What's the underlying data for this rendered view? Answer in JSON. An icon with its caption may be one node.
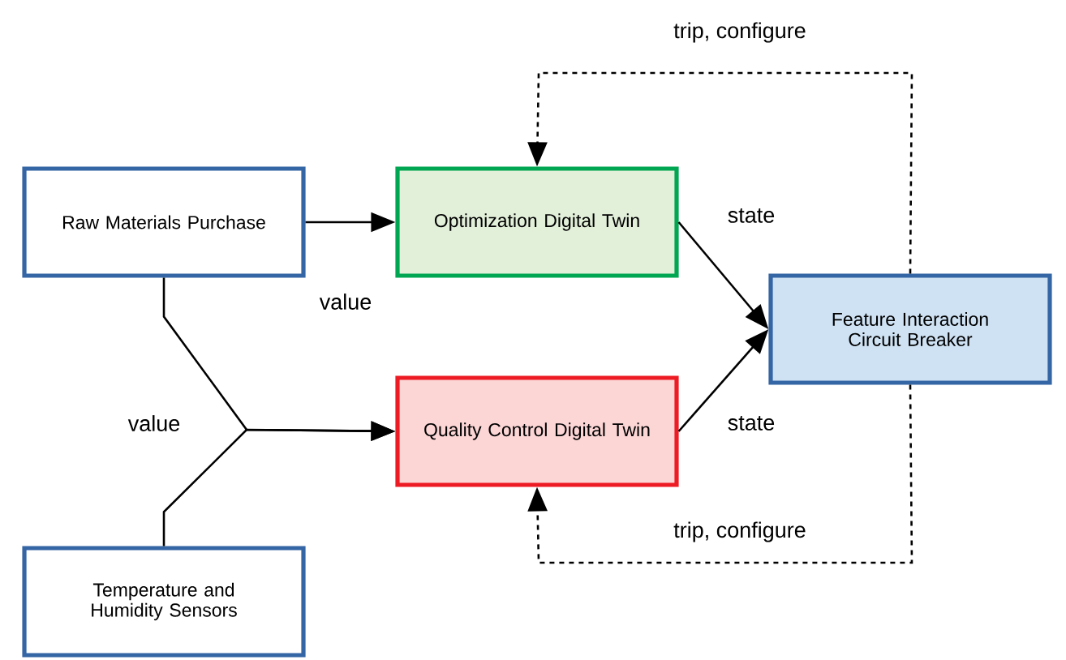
{
  "diagram": {
    "nodes": [
      {
        "text": [
          "Raw Materials Purchase"
        ]
      },
      {
        "text": [
          "Optimization Digital Twin"
        ]
      },
      {
        "text": [
          "Quality Control Digital Twin"
        ]
      },
      {
        "text": [
          "Feature Interaction Circuit Breaker"
        ]
      },
      {
        "text": [
          "Temperature and Humidity Sensors"
        ]
      }
    ],
    "edges": [
      {
        "from": 0,
        "to": 1,
        "arrow": "to",
        "label": "value"
      },
      {
        "from": 0,
        "to": 2,
        "arrow": "to",
        "label": "value"
      },
      {
        "from": 4,
        "to": 2,
        "arrow": "to"
      },
      {
        "from": 1,
        "to": 3,
        "arrow": "to",
        "label": "state"
      },
      {
        "from": 2,
        "to": 3,
        "arrow": "to",
        "label": "state"
      },
      {
        "from": 3,
        "to": 1,
        "arrow": "to",
        "style": "dashed",
        "label": "trip, configure"
      },
      {
        "from": 3,
        "to": 2,
        "arrow": "to",
        "style": "dashed",
        "label": "trip, configure"
      }
    ]
  }
}
